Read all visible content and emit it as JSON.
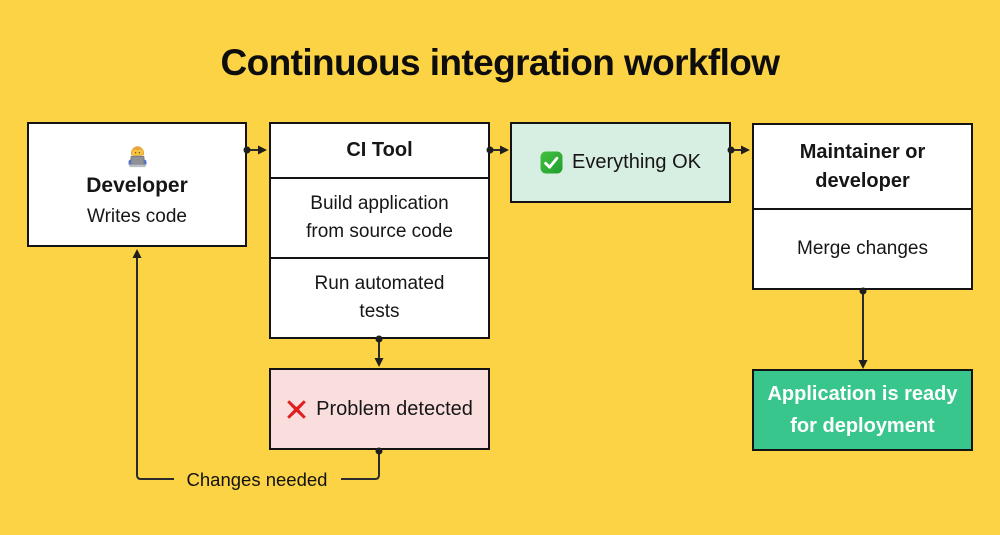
{
  "title": "Continuous integration workflow",
  "colors": {
    "background": "#FBD344",
    "box_background": "#FFFFFF",
    "ok_background": "#D7EEE2",
    "problem_background": "#FADEDE",
    "deploy_background": "#38C68C",
    "deploy_text": "#FFFFFF",
    "border": "#131313",
    "connector": "#2B2B2B",
    "check_icon_green": "#2BAE3C",
    "cross_icon_red": "#E01F1F"
  },
  "nodes": {
    "developer": {
      "icon": "technologist-icon",
      "title": "Developer",
      "subtitle": "Writes code"
    },
    "ci_tool": {
      "title": "CI Tool",
      "steps": [
        "Build application\nfrom source code",
        "Run automated\ntests"
      ]
    },
    "everything_ok": {
      "icon": "check-icon",
      "label": "Everything OK"
    },
    "maintainer": {
      "title": "Maintainer or\ndeveloper",
      "action": "Merge changes"
    },
    "problem": {
      "icon": "cross-icon",
      "label": "Problem detected"
    },
    "deployment": {
      "label": "Application is ready\nfor deployment"
    }
  },
  "connectors": {
    "changes_needed_label": "Changes needed"
  }
}
